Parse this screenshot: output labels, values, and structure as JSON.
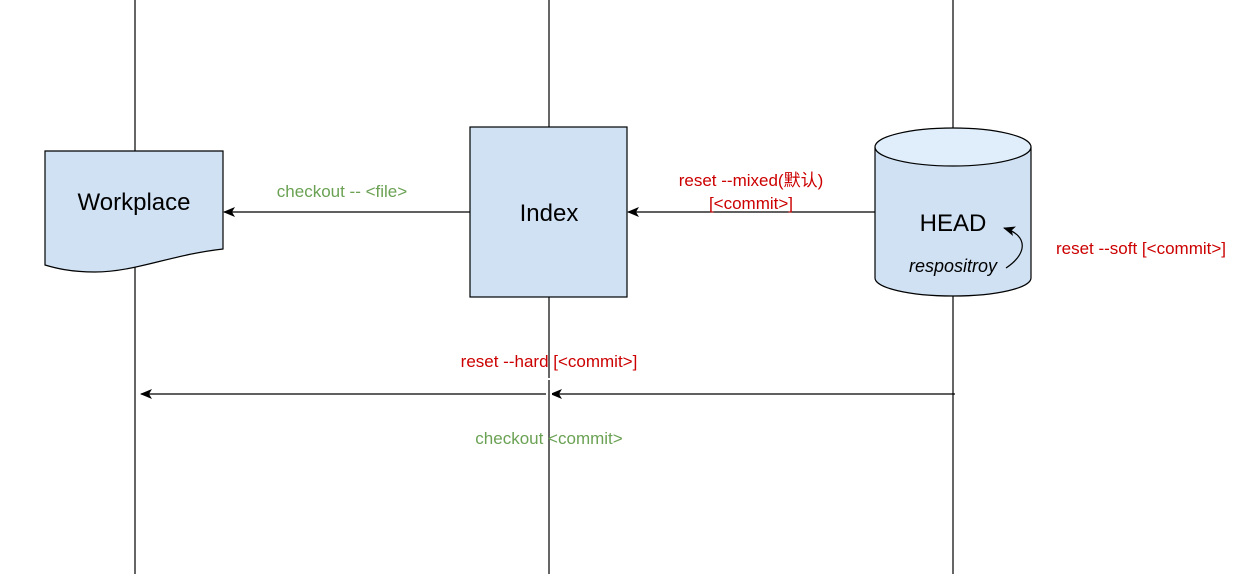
{
  "nodes": {
    "workplace": {
      "label": "Workplace"
    },
    "index": {
      "label": "Index"
    },
    "head": {
      "label": "HEAD",
      "sublabel": "respositroy"
    }
  },
  "edges": {
    "checkout_file": {
      "label": "checkout -- <file>"
    },
    "reset_mixed": {
      "line1": "reset --mixed(默认)",
      "line2": "[<commit>]"
    },
    "reset_soft": {
      "label": "reset --soft [<commit>]"
    },
    "reset_hard": {
      "label": "reset --hard [<commit>]"
    },
    "checkout_commit": {
      "label": "checkout <commit>"
    }
  },
  "colors": {
    "node_fill": "#cfe1f3",
    "cylinder_top": "#dfeefa",
    "line": "#000000",
    "green": "#6aa153",
    "red": "#cc0000"
  }
}
